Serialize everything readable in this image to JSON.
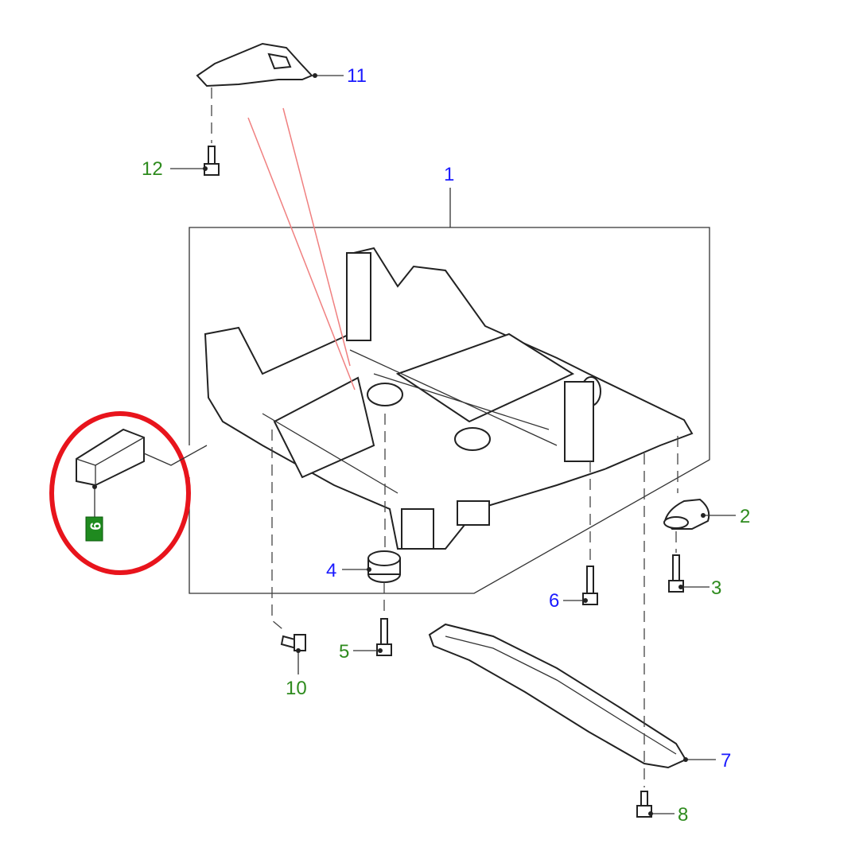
{
  "title": "Front subframe assembly parts diagram",
  "colors": {
    "blue_label": "#1a1aff",
    "green_label": "#2e8b1e",
    "highlight": "#e8141c",
    "pointer": "#f08080"
  },
  "callouts": [
    {
      "id": "1",
      "color": "blue"
    },
    {
      "id": "2",
      "color": "green"
    },
    {
      "id": "3",
      "color": "green"
    },
    {
      "id": "4",
      "color": "blue"
    },
    {
      "id": "5",
      "color": "green"
    },
    {
      "id": "6",
      "color": "blue"
    },
    {
      "id": "7",
      "color": "blue"
    },
    {
      "id": "8",
      "color": "green"
    },
    {
      "id": "9",
      "color": "green-boxed"
    },
    {
      "id": "10",
      "color": "green"
    },
    {
      "id": "11",
      "color": "blue"
    },
    {
      "id": "12",
      "color": "green"
    }
  ]
}
